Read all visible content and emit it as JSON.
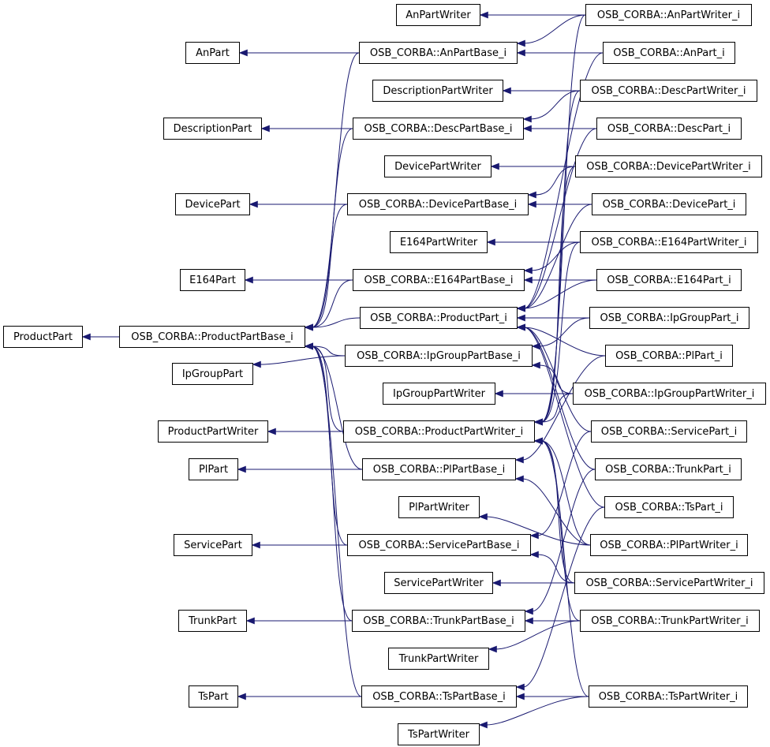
{
  "colors": {
    "edge": "#191970",
    "node_border": "#000000",
    "background": "#ffffff"
  },
  "nodes": {
    "ProductPart": "ProductPart",
    "OSB_CORBA_ProductPartBase_i": "OSB_CORBA::ProductPartBase_i",
    "AnPart": "AnPart",
    "AnPartWriter": "AnPartWriter",
    "OSB_CORBA_AnPartBase_i": "OSB_CORBA::AnPartBase_i",
    "OSB_CORBA_AnPartWriter_i": "OSB_CORBA::AnPartWriter_i",
    "OSB_CORBA_AnPart_i": "OSB_CORBA::AnPart_i",
    "DescriptionPart": "DescriptionPart",
    "DescriptionPartWriter": "DescriptionPartWriter",
    "OSB_CORBA_DescPartBase_i": "OSB_CORBA::DescPartBase_i",
    "OSB_CORBA_DescPartWriter_i": "OSB_CORBA::DescPartWriter_i",
    "OSB_CORBA_DescPart_i": "OSB_CORBA::DescPart_i",
    "DevicePart": "DevicePart",
    "DevicePartWriter": "DevicePartWriter",
    "OSB_CORBA_DevicePartBase_i": "OSB_CORBA::DevicePartBase_i",
    "OSB_CORBA_DevicePartWriter_i": "OSB_CORBA::DevicePartWriter_i",
    "OSB_CORBA_DevicePart_i": "OSB_CORBA::DevicePart_i",
    "E164Part": "E164Part",
    "E164PartWriter": "E164PartWriter",
    "OSB_CORBA_E164PartBase_i": "OSB_CORBA::E164PartBase_i",
    "OSB_CORBA_E164PartWriter_i": "OSB_CORBA::E164PartWriter_i",
    "OSB_CORBA_E164Part_i": "OSB_CORBA::E164Part_i",
    "OSB_CORBA_ProductPart_i": "OSB_CORBA::ProductPart_i",
    "OSB_CORBA_IpGroupPart_i": "OSB_CORBA::IpGroupPart_i",
    "IpGroupPart": "IpGroupPart",
    "OSB_CORBA_IpGroupPartBase_i": "OSB_CORBA::IpGroupPartBase_i",
    "OSB_CORBA_PlPart_i": "OSB_CORBA::PlPart_i",
    "IpGroupPartWriter": "IpGroupPartWriter",
    "OSB_CORBA_IpGroupPartWriter_i": "OSB_CORBA::IpGroupPartWriter_i",
    "ProductPartWriter": "ProductPartWriter",
    "OSB_CORBA_ProductPartWriter_i": "OSB_CORBA::ProductPartWriter_i",
    "OSB_CORBA_ServicePart_i": "OSB_CORBA::ServicePart_i",
    "PlPart": "PlPart",
    "OSB_CORBA_PlPartBase_i": "OSB_CORBA::PlPartBase_i",
    "OSB_CORBA_TrunkPart_i": "OSB_CORBA::TrunkPart_i",
    "PlPartWriter": "PlPartWriter",
    "OSB_CORBA_TsPart_i": "OSB_CORBA::TsPart_i",
    "ServicePart": "ServicePart",
    "OSB_CORBA_ServicePartBase_i": "OSB_CORBA::ServicePartBase_i",
    "OSB_CORBA_PlPartWriter_i": "OSB_CORBA::PlPartWriter_i",
    "ServicePartWriter": "ServicePartWriter",
    "OSB_CORBA_ServicePartWriter_i": "OSB_CORBA::ServicePartWriter_i",
    "TrunkPart": "TrunkPart",
    "OSB_CORBA_TrunkPartBase_i": "OSB_CORBA::TrunkPartBase_i",
    "OSB_CORBA_TrunkPartWriter_i": "OSB_CORBA::TrunkPartWriter_i",
    "TrunkPartWriter": "TrunkPartWriter",
    "TsPart": "TsPart",
    "OSB_CORBA_TsPartBase_i": "OSB_CORBA::TsPartBase_i",
    "OSB_CORBA_TsPartWriter_i": "OSB_CORBA::TsPartWriter_i",
    "TsPartWriter": "TsPartWriter"
  }
}
